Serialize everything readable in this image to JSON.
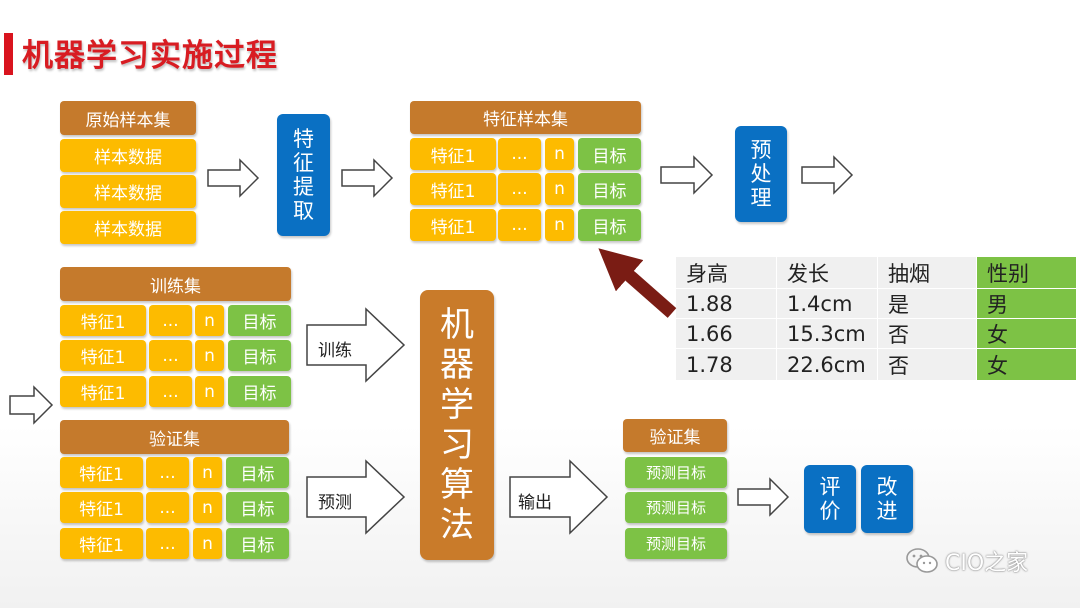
{
  "title": "机器学习实施过程",
  "raw_set": {
    "header": "原始样本集",
    "rows": [
      "样本数据",
      "样本数据",
      "样本数据"
    ]
  },
  "feature_extract": "特征提取",
  "feature_set": {
    "header": "特征样本集",
    "feature": "特征1",
    "dots": "...",
    "n": "n",
    "target": "目标"
  },
  "preprocess": "预处理",
  "table": {
    "headers": [
      "身高",
      "发长",
      "抽烟",
      "性别"
    ],
    "rows": [
      [
        "1.88",
        "1.4cm",
        "是",
        "男"
      ],
      [
        "1.66",
        "15.3cm",
        "否",
        "女"
      ],
      [
        "1.78",
        "22.6cm",
        "否",
        "女"
      ]
    ]
  },
  "train_set": {
    "header": "训练集"
  },
  "valid_set": {
    "header": "验证集"
  },
  "algorithm": "机器学习算法",
  "arrow_labels": {
    "train": "训练",
    "predict": "预测",
    "output": "输出"
  },
  "output_set": {
    "header": "验证集",
    "row": "预测目标"
  },
  "evaluate": "评价",
  "improve": "改进",
  "watermark": "CIO之家",
  "colors": {
    "header_brown": "#c57a2c",
    "yellow": "#fdbb00",
    "green": "#7dc245",
    "blue": "#0a70c3",
    "title_red": "#d81c22"
  }
}
